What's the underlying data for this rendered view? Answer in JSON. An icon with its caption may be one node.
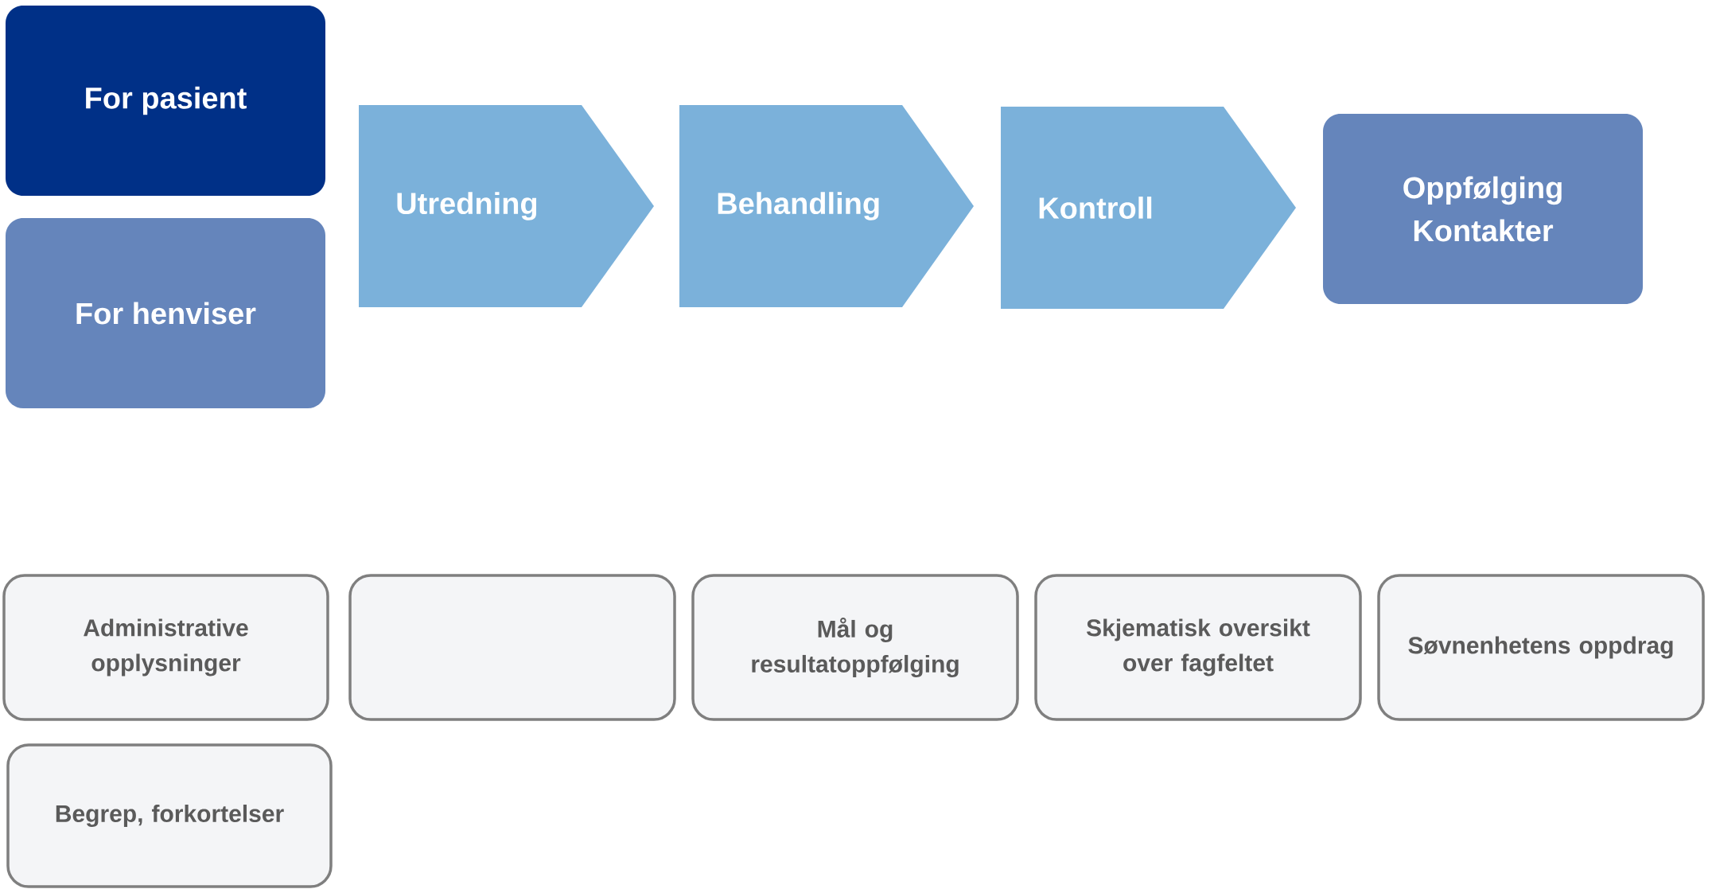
{
  "diagram": {
    "nodes": [
      {
        "text": [
          "For pasient"
        ]
      },
      {
        "text": [
          "For henviser"
        ]
      },
      {
        "text": [
          "Utredning"
        ]
      },
      {
        "text": [
          "Behandling"
        ]
      },
      {
        "text": [
          "Kontroll"
        ]
      },
      {
        "text": [
          "Oppfølging",
          "Kontakter"
        ]
      },
      {
        "text": [
          "Administrative opplysninger"
        ]
      },
      {
        "text": [],
        "shape": "box"
      },
      {
        "text": [
          "Mål og resultatoppfølging"
        ]
      },
      {
        "text": [
          "Skjematisk oversikt over fagfeltet"
        ]
      },
      {
        "text": [
          "Søvnenhetens oppdrag"
        ]
      },
      {
        "text": [
          "Begrep,  forkortelser"
        ]
      }
    ]
  }
}
